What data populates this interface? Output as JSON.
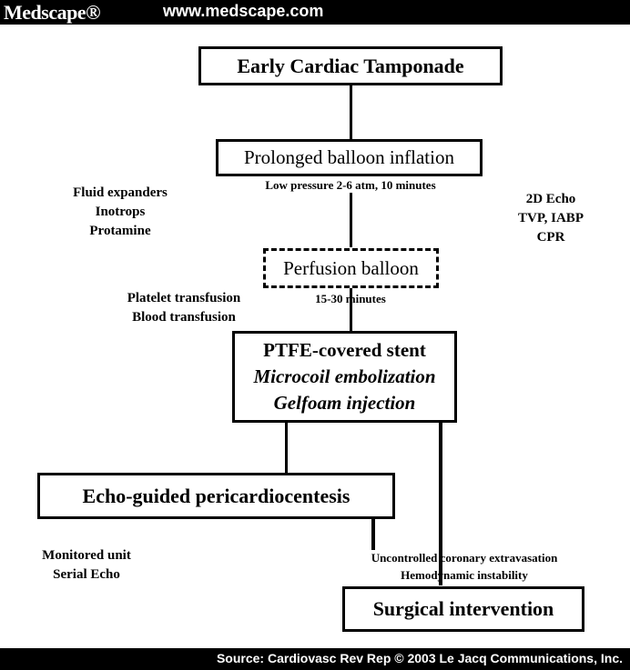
{
  "header": {
    "logo": "Medscape®",
    "url": "www.medscape.com"
  },
  "boxes": {
    "early": "Early Cardiac Tamponade",
    "prolonged": "Prolonged balloon inflation",
    "perfusion": "Perfusion balloon",
    "stent": {
      "line1": "PTFE-covered stent",
      "line2": "Microcoil embolization",
      "line3": "Gelfoam injection"
    },
    "echo": "Echo-guided pericardiocentesis",
    "surgical": "Surgical intervention"
  },
  "labels": {
    "prolonged_sub": "Low pressure 2-6 atm,  10 minutes",
    "perfusion_sub": "15-30 minutes",
    "uncontrolled": "Uncontrolled coronary extravasation",
    "hemodynamic": "Hemodynamic instability"
  },
  "notes": {
    "left1": [
      "Fluid expanders",
      "Inotrops",
      "Protamine"
    ],
    "right1": [
      "2D Echo",
      "TVP, IABP",
      "CPR"
    ],
    "left2": [
      "Platelet transfusion",
      "Blood transfusion"
    ],
    "left3": [
      "Monitored unit",
      "Serial Echo"
    ]
  },
  "footer": {
    "source": "Source: Cardiovasc Rev Rep © 2003 Le Jacq Communications, Inc."
  }
}
